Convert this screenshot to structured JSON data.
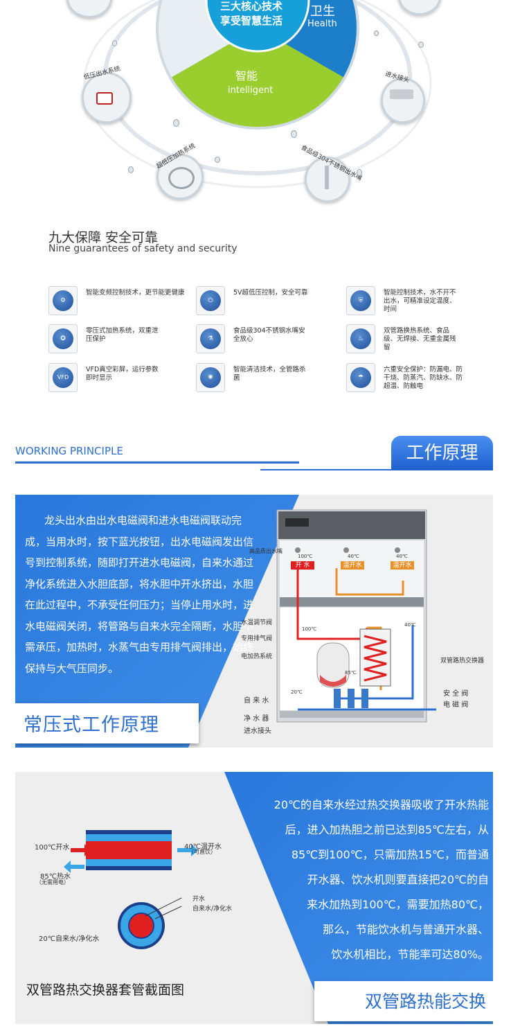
{
  "hero": {
    "center_line1": "三大核心技术",
    "center_line2": "享受智慧生活",
    "health_cn": "卫生",
    "health_en": "Health",
    "intelligent_cn": "智能",
    "intelligent_en": "intelligent",
    "callouts": [
      "低压出水系统",
      "进水接头",
      "超低压加热系统",
      "食品级304不锈钢出水嘴"
    ]
  },
  "guarantees": {
    "title": "九大保障 安全可靠",
    "subtitle": "Nine guarantees of safety and security",
    "items": [
      {
        "icon": "inverter-icon",
        "text": "智能变频控制技术，更节能更健康"
      },
      {
        "icon": "power-icon",
        "text": "5V超低压控制，安全可靠"
      },
      {
        "icon": "shield-icon",
        "text": "智能控制技术，水不开不出水，可精准设定温度、时间"
      },
      {
        "icon": "pressure-icon",
        "text": "零压式加热系统，双重泄压保护"
      },
      {
        "icon": "faucet-icon",
        "text": "食品级304不锈钢水嘴安全放心"
      },
      {
        "icon": "heat-exchange-icon",
        "text": "双管路换热系统、食品级、无焊接、无重金属残留"
      },
      {
        "icon": "vfd-icon",
        "text": "VFD真空彩屏，运行参数即时显示"
      },
      {
        "icon": "sterilize-icon",
        "text": "智能清洁技术，全管路杀菌"
      },
      {
        "icon": "protection-icon",
        "text": "六重安全保护：防漏电、防干烧、防蒸汽、防缺水、防超温、防触电"
      }
    ]
  },
  "working": {
    "en_title": "WORKING PRINCIPLE",
    "cn_title": "工作原理"
  },
  "panel1": {
    "paragraph": "龙头出水由出水电磁阀和进水电磁阀联动完成，当用水时，按下蓝光按钮，出水电磁阀发出信号到控制系统，随即打开进水电磁阀，自来水通过净化系统进入水胆底部，将水胆中开水挤出，水胆在此过程中，不承受任何压力；当停止用水时，进水电磁阀关闭，将管路与自来水完全隔断，水胆不需承压，加热时，水蒸气由专用排气阀排出，始终保持与大气压同步。",
    "banner": "常压式工作原理",
    "labels": {
      "outlet": "高品质出水嘴",
      "t100": "100℃",
      "t40a": "40℃",
      "t40b": "40℃",
      "boiling": "开  水",
      "warm1": "温开水",
      "warm2": "温开水",
      "temp_valve": "水温调节阀",
      "t40c": "40℃",
      "t100b": "100℃",
      "exhaust": "专用排气阀",
      "heating": "电加热系统",
      "t85": "85℃",
      "exchanger": "双管路热交换器",
      "t20": "20℃",
      "tap_water": "自 来 水",
      "purifier": "净 水 器",
      "inlet": "进水接头",
      "safety_valve": "安 全 阀",
      "solenoid": "电 磁 阀"
    }
  },
  "panel2": {
    "paragraph_lines": [
      "20℃的自来水经过热交换器吸收了开水热能",
      "后，进入加热胆之前已达到85℃左右，从",
      "85℃到100℃，只需加热15℃，而普通",
      "开水器、饮水机则要直接把20℃的自",
      "来水加热到100℃，需要加热80℃，",
      "那么，节能饮水机与普通开水器、",
      "饮水机相比，节能率可达80%。"
    ],
    "caption": "双管路热交换器套管截面图",
    "banner": "双管路热能交换",
    "labels": {
      "in_100": "100℃开水",
      "out_40": "40℃温开水",
      "out_40_note": "（可直饮）",
      "hot_85": "85℃热水",
      "hot_85_note": "（无需用电）",
      "tap_20": "20℃自来水/净化水",
      "legend_boiling": "开水",
      "legend_tap": "自来水/净化水"
    }
  },
  "colors": {
    "accent": "#2d6fd0",
    "blue_panel": "#2f7de0",
    "red": "#e02020",
    "green": "#9acd2e",
    "orange": "#e8902a"
  }
}
